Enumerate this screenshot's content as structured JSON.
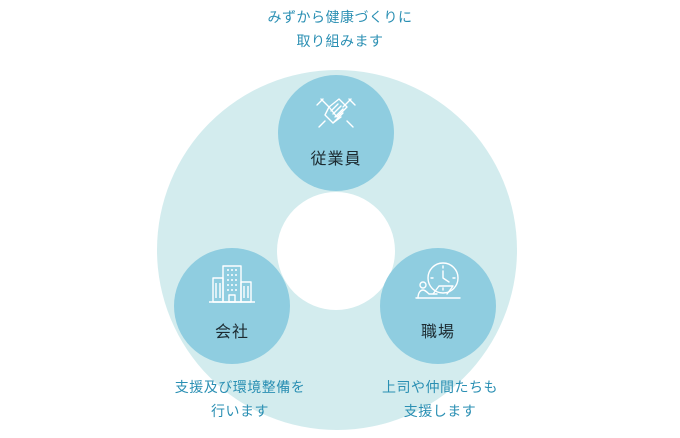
{
  "captions": {
    "top": [
      "みずから健康づくりに",
      "取り組みます"
    ],
    "left": [
      "支援及び環境整備を",
      "行います"
    ],
    "right": [
      "上司や仲間たちも",
      "支援します"
    ]
  },
  "nodes": {
    "top": {
      "label": "従業員",
      "icon": "handshake-icon"
    },
    "left": {
      "label": "会社",
      "icon": "office-building-icon"
    },
    "right": {
      "label": "職場",
      "icon": "clock-desk-icon"
    }
  },
  "colors": {
    "ring": "#d3ecee",
    "node": "#8fcde0",
    "caption": "#2a8fb3",
    "label": "#1c2a30",
    "icon_stroke": "#ffffff"
  }
}
